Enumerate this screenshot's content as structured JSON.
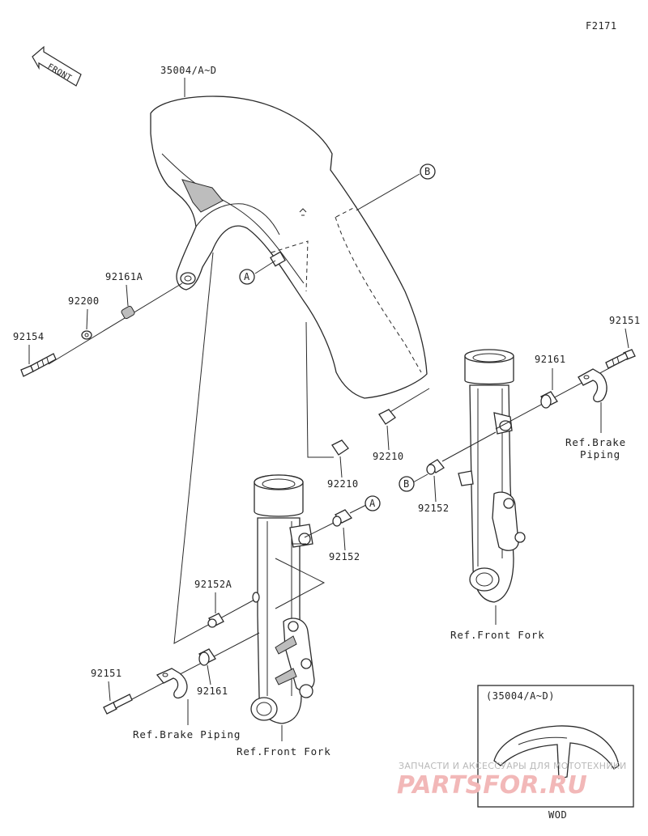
{
  "figure_code": "F2171",
  "front_arrow_label": "FRONT",
  "callouts": {
    "fender": "35004/A~D",
    "p92161A": "92161A",
    "p92200": "92200",
    "p92154": "92154",
    "p92151_right": "92151",
    "p92161_right": "92161",
    "p92210_right": "92210",
    "p92152_right": "92152",
    "p92210_center": "92210",
    "p92152_center": "92152",
    "p92152A": "92152A",
    "p92161_left": "92161",
    "p92151_left": "92151"
  },
  "ref_labels": {
    "brake_piping_right_1": "Ref.Brake",
    "brake_piping_right_2": "Piping",
    "front_fork_right": "Ref.Front Fork",
    "brake_piping_left": "Ref.Brake Piping",
    "front_fork_left": "Ref.Front Fork"
  },
  "circle_markers": {
    "a": "A",
    "b": "B"
  },
  "inset": {
    "title": "(35004/A~D)",
    "caption": "WOD"
  },
  "watermark": {
    "line1": "ЗАПЧАСТИ И АКСЕССУАРЫ ДЛЯ МОТОТЕХНИКИ",
    "line2": "PARTSFOR.RU"
  },
  "colors": {
    "line": "#2a2a2a",
    "shade": "#bdbdbd",
    "watermark_red": "#f2b8b8"
  }
}
